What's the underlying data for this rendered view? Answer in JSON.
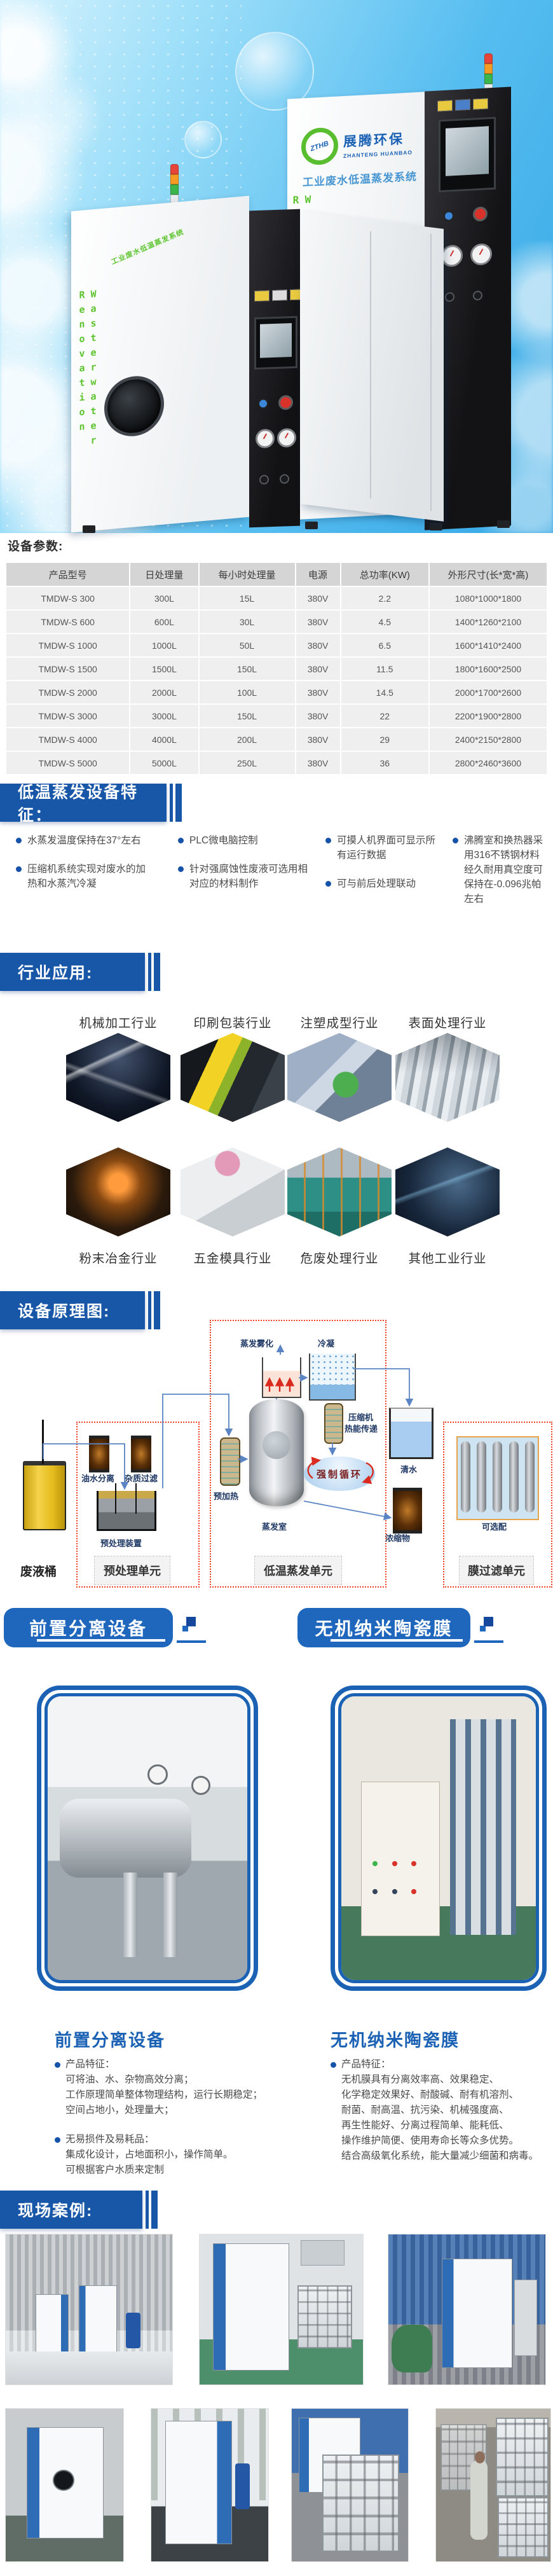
{
  "hero": {
    "brand_cn": "展腾环保",
    "brand_en": "ZHANTENG HUANBAO",
    "tagline": "工业废水低温蒸发系统",
    "machine_text": "Wasterwater Renovation",
    "machine_small_text": "工业废水低温蒸发系统"
  },
  "specs": {
    "section_title": "设备参数:",
    "table": {
      "headers": [
        "产品型号",
        "日处理量",
        "每小时处理量",
        "电源",
        "总功率(KW)",
        "外形尺寸(长*宽*高)"
      ],
      "rows": [
        [
          "TMDW-S 300",
          "300L",
          "15L",
          "380V",
          "2.2",
          "1080*1000*1800"
        ],
        [
          "TMDW-S 600",
          "600L",
          "30L",
          "380V",
          "4.5",
          "1400*1260*2100"
        ],
        [
          "TMDW-S 1000",
          "1000L",
          "50L",
          "380V",
          "6.5",
          "1600*1410*2400"
        ],
        [
          "TMDW-S 1500",
          "1500L",
          "150L",
          "380V",
          "11.5",
          "1800*1600*2500"
        ],
        [
          "TMDW-S 2000",
          "2000L",
          "100L",
          "380V",
          "14.5",
          "2000*1700*2600"
        ],
        [
          "TMDW-S 3000",
          "3000L",
          "150L",
          "380V",
          "22",
          "2200*1900*2800"
        ],
        [
          "TMDW-S 4000",
          "4000L",
          "200L",
          "380V",
          "29",
          "2400*2150*2800"
        ],
        [
          "TMDW-S 5000",
          "5000L",
          "250L",
          "380V",
          "36",
          "2800*2460*3600"
        ]
      ]
    }
  },
  "features": {
    "ribbon": "低温蒸发设备特征：",
    "items": [
      "水蒸发温度保持在37°左右",
      "PLC微电脑控制",
      "可摸人机界面可显示所有运行数据",
      "沸腾室和换热器采用316不锈钢材料经久耐用真空度可保持在-0.096兆帕左右",
      "压缩机系统实现对废水的加热和水蒸汽冷凝",
      "针对强腐蚀性废液可选用相对应的材料制作",
      "可与前后处理联动"
    ]
  },
  "industries": {
    "ribbon": "行业应用:",
    "row1": [
      "机械加工行业",
      "印刷包装行业",
      "注塑成型行业",
      "表面处理行业"
    ],
    "row2": [
      "粉末冶金行业",
      "五金模具行业",
      "危废处理行业",
      "其他工业行业"
    ]
  },
  "principle": {
    "ribbon": "设备原理图:",
    "labels": {
      "evap": "蒸发雾化",
      "cond": "冷凝",
      "oil": "油水分离",
      "filter": "杂质过滤",
      "barrel": "废液桶",
      "pretreat_device": "预处理装置",
      "pretreat_unit": "预处理单元",
      "preheat": "预加热",
      "chamber": "蒸发室",
      "circulation": "强制循环",
      "compressor1": "压缩机",
      "compressor2": "热能传递",
      "clean": "清水",
      "concentrate": "浓缩物",
      "optional": "可选配",
      "lowtemp_unit": "低温蒸发单元",
      "membrane_unit": "膜过滤单元"
    }
  },
  "sections": {
    "left": {
      "banner": "前置分离设备",
      "heading": "前置分离设备",
      "b1_title": "产品特征：",
      "b1_lines": [
        "可将油、水、杂物高效分离；",
        "工作原理简单整体物理结构，运行长期稳定；",
        "空间占地小，处理量大；"
      ],
      "b2_title": "无易损件及易耗品：",
      "b2_lines": [
        "集成化设计，占地面积小，操作简单。",
        "可根据客户水质来定制"
      ]
    },
    "right": {
      "banner": "无机纳米陶瓷膜",
      "heading": "无机纳米陶瓷膜",
      "b1_title": "产品特征：",
      "b1_lines": [
        "无机膜具有分离效率高、效果稳定、",
        "化学稳定效果好、耐酸碱、耐有机溶剂、",
        "耐菌、耐高温、抗污染、机械强度高、",
        "再生性能好、分离过程简单、能耗低、",
        "操作维护简便、使用寿命长等众多优势。",
        "结合高级氧化系统，能大量减少细菌和病毒。"
      ]
    }
  },
  "cases": {
    "ribbon": "现场案例:"
  },
  "colors": {
    "ribbon_blue": "#1857a8",
    "banner_blue": "#1f66bd",
    "heading_blue": "#1b62b5",
    "accent_green": "#5dc42f",
    "hero_blue": "#45b3ec",
    "dotted_red": "#ef4123"
  }
}
